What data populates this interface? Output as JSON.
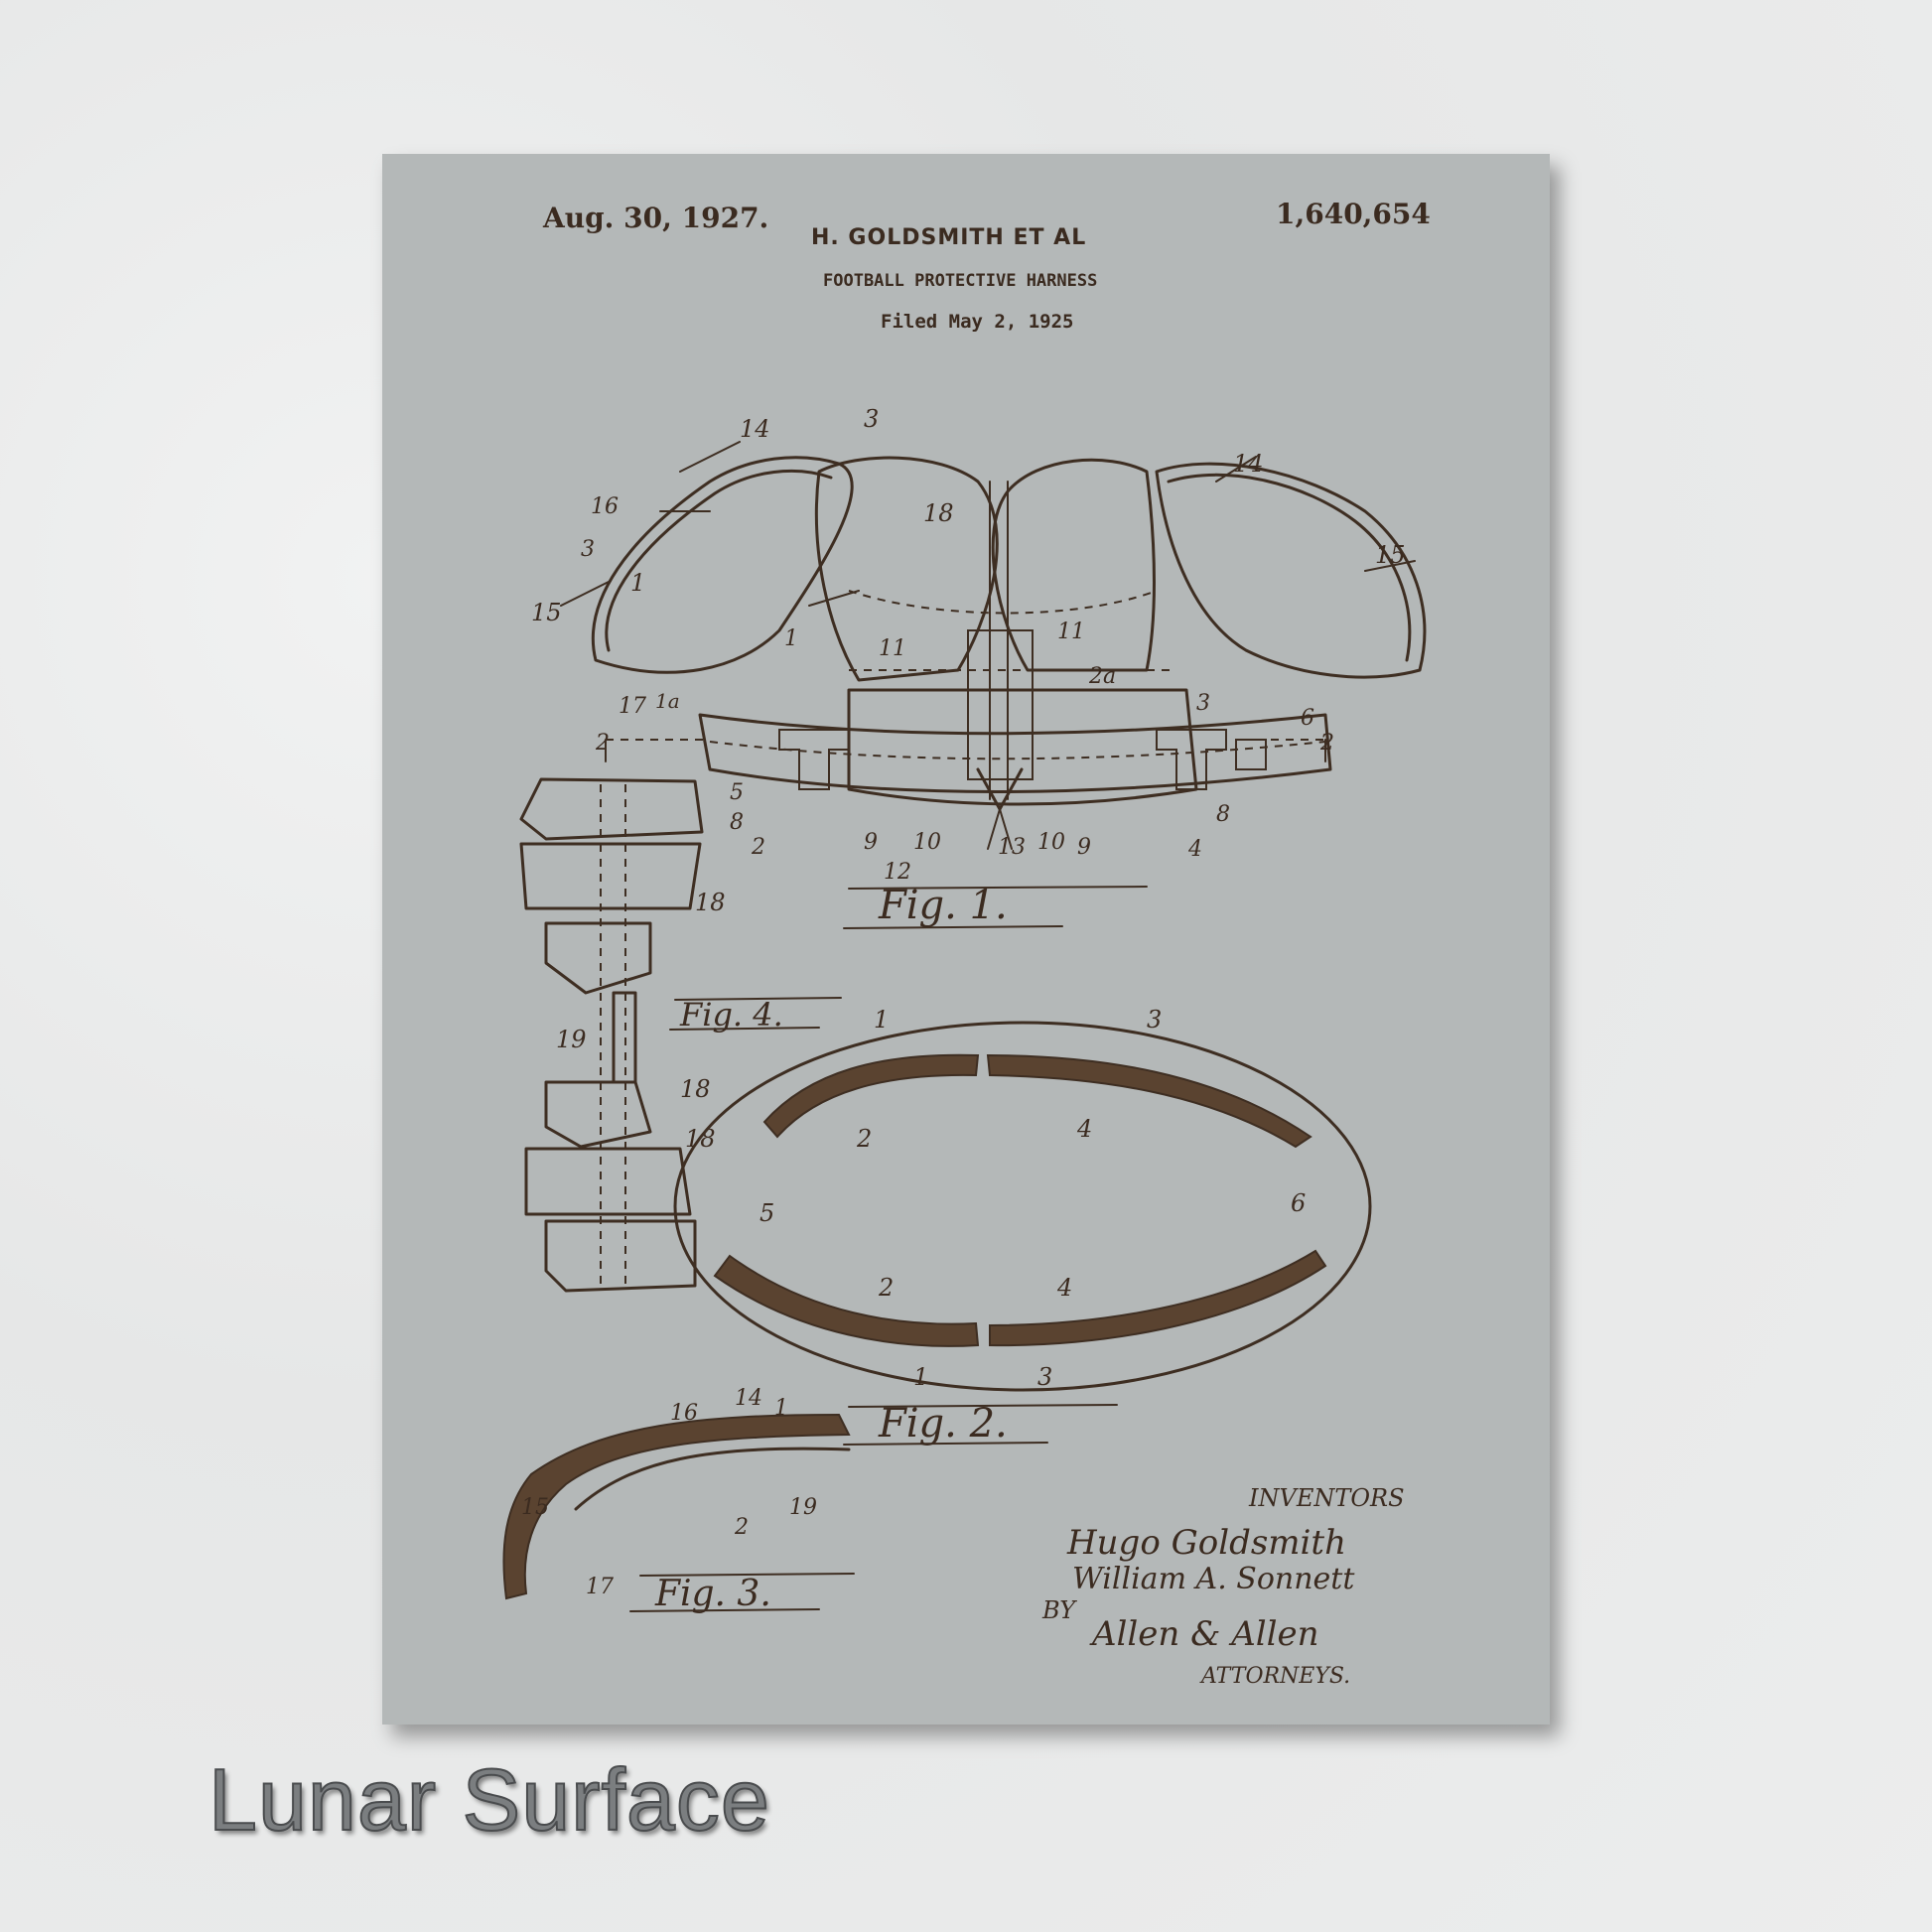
{
  "patent": {
    "date": "Aug. 30, 1927.",
    "number": "1,640,654",
    "inventor_header": "H. GOLDSMITH ET AL",
    "title": "FOOTBALL PROTECTIVE HARNESS",
    "filed": "Filed May 2, 1925"
  },
  "figures": {
    "fig1": "Fig. 1.",
    "fig2": "Fig. 2.",
    "fig3": "Fig. 3.",
    "fig4": "Fig. 4."
  },
  "signatures": {
    "inventors_label": "INVENTORS",
    "inventor_1": "Hugo Goldsmith",
    "inventor_2": "William A. Sonnett",
    "by_label": "BY",
    "attorney": "Allen & Allen",
    "attorneys_label": "ATTORNEYS."
  },
  "caption": "Lunar Surface",
  "colors": {
    "board": "#b4b8b8",
    "ink": "#3e2e22",
    "background": "#e9eaea"
  }
}
